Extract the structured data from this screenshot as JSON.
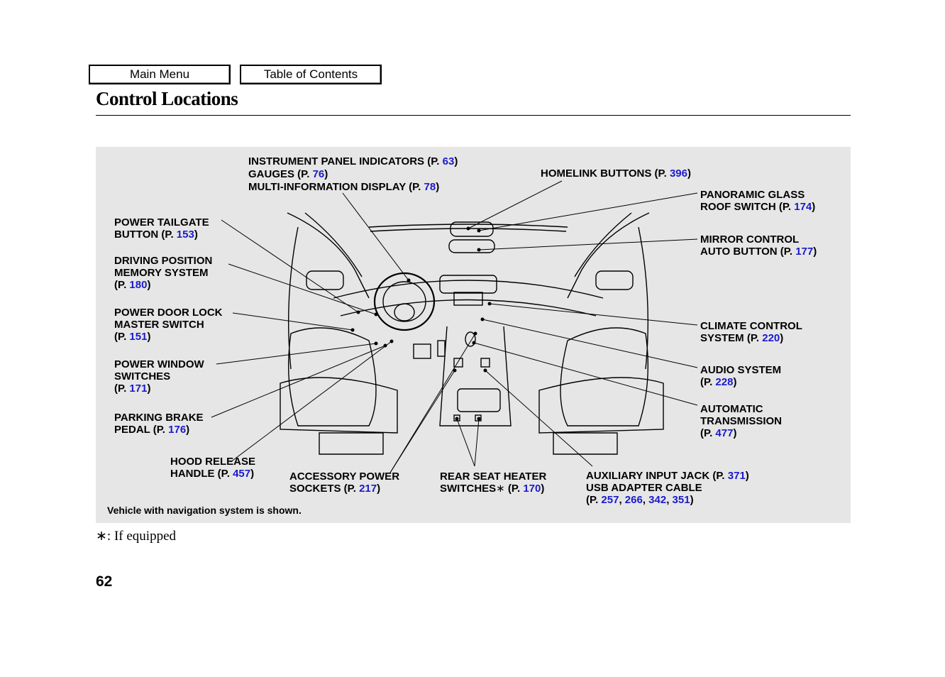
{
  "nav": {
    "main_menu": "Main Menu",
    "toc": "Table of Contents"
  },
  "title": "Control Locations",
  "labels": {
    "instrument": {
      "l1a": "INSTRUMENT PANEL INDICATORS (P. ",
      "p1": "63",
      "l1b": ")",
      "l2a": "GAUGES (P. ",
      "p2": "76",
      "l2b": ")",
      "l3a": "MULTI-INFORMATION DISPLAY (P. ",
      "p3": "78",
      "l3b": ")"
    },
    "homelink": {
      "a": "HOMELINK BUTTONS (P. ",
      "p": "396",
      "b": ")"
    },
    "panoramic": {
      "l1": "PANORAMIC GLASS",
      "a": "ROOF SWITCH (P. ",
      "p": "174",
      "b": ")"
    },
    "mirror": {
      "l1": "MIRROR CONTROL",
      "a": "AUTO BUTTON (P. ",
      "p": "177",
      "b": ")"
    },
    "tailgate": {
      "l1": "POWER TAILGATE",
      "a": "BUTTON (P. ",
      "p": "153",
      "b": ")"
    },
    "memory": {
      "l1": "DRIVING POSITION",
      "l2": "MEMORY SYSTEM",
      "a": "(P. ",
      "p": "180",
      "b": ")"
    },
    "doorlock": {
      "l1": "POWER DOOR LOCK",
      "l2": "MASTER SWITCH",
      "a": "(P. ",
      "p": "151",
      "b": ")"
    },
    "window": {
      "l1": "POWER WINDOW",
      "l2": "SWITCHES",
      "a": "(P. ",
      "p": "171",
      "b": ")"
    },
    "brake": {
      "l1": "PARKING BRAKE",
      "a": "PEDAL (P. ",
      "p": "176",
      "b": ")"
    },
    "hood": {
      "l1": "HOOD RELEASE",
      "a": "HANDLE (P. ",
      "p": "457",
      "b": ")"
    },
    "sockets": {
      "l1": "ACCESSORY POWER",
      "a": "SOCKETS (P. ",
      "p": "217",
      "b": ")"
    },
    "heater": {
      "l1": "REAR SEAT HEATER",
      "a": "SWITCHES",
      "star": "∗",
      "c": " (P. ",
      "p": "170",
      "b": ")"
    },
    "aux": {
      "a": "AUXILIARY INPUT JACK (P. ",
      "p": "371",
      "b": ")",
      "l2": "USB ADAPTER CABLE",
      "c": "(P. ",
      "p1": "257",
      "s1": ", ",
      "p2": "266",
      "s2": ", ",
      "p3": "342",
      "s3": ", ",
      "p4": "351",
      "d": ")"
    },
    "climate": {
      "l1": "CLIMATE CONTROL",
      "a": "SYSTEM (P. ",
      "p": "220",
      "b": ")"
    },
    "audio": {
      "l1": "AUDIO SYSTEM",
      "a": "(P. ",
      "p": "228",
      "b": ")"
    },
    "transmission": {
      "l1": "AUTOMATIC",
      "l2": "TRANSMISSION",
      "a": "(P. ",
      "p": "477",
      "b": ")"
    }
  },
  "note": "Vehicle with navigation system is shown.",
  "footnote": "∗: If equipped",
  "page_number": "62",
  "colors": {
    "link": "#1a1acc",
    "panel": "#e6e6e6"
  }
}
